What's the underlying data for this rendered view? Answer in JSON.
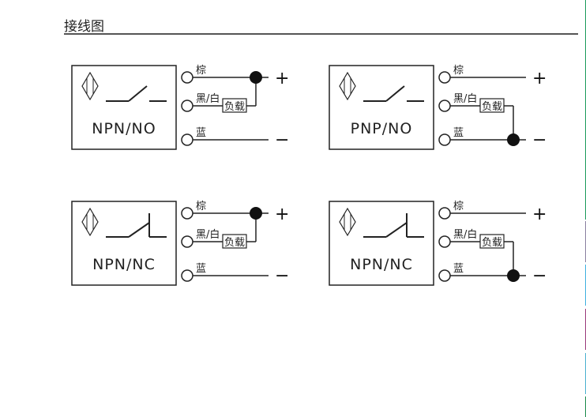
{
  "title": "接线图",
  "wire_labels": {
    "brown": "棕",
    "black_white": "黑/白",
    "blue": "蓝"
  },
  "load_label": "负载",
  "polarity": {
    "positive": "+",
    "negative": "−"
  },
  "diagrams": [
    {
      "model": "NPN/NO",
      "output": "NPN",
      "contact": "NO",
      "load_connected_to": "positive"
    },
    {
      "model": "PNP/NO",
      "output": "PNP",
      "contact": "NO",
      "load_connected_to": "negative"
    },
    {
      "model": "NPN/NC",
      "output": "NPN",
      "contact": "NC",
      "load_connected_to": "positive"
    },
    {
      "model": "NPN/NC",
      "output": "NPN",
      "contact": "NC",
      "load_connected_to": "negative"
    }
  ],
  "edge_strip_colors": [
    "#1a9a5a",
    "#8a7fa0",
    "#3fb0e0",
    "#9a3a7a",
    "#4ab0d0",
    "#1a8a4a"
  ]
}
